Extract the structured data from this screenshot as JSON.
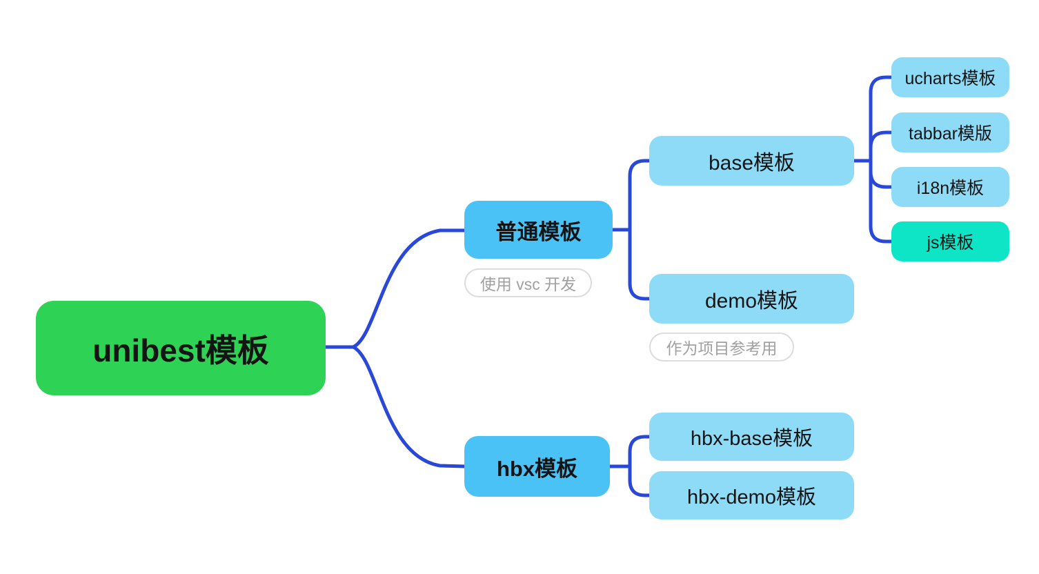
{
  "diagram": {
    "type": "mindmap",
    "background": "#ffffff"
  },
  "colors": {
    "root_green": "#2ed356",
    "branch_blue": "#4ac2f5",
    "child_light_blue": "#8edbf7",
    "highlight_teal": "#0ee5c6",
    "connector_blue": "#2948d8",
    "note_text_gray": "#a0a0a0",
    "note_border_gray": "#dcdcdc",
    "text_black": "#141414"
  },
  "mindmap": {
    "root": {
      "label": "unibest模板"
    },
    "branches": [
      {
        "label": "普通模板",
        "note": "使用 vsc 开发",
        "children": [
          {
            "label": "base模板",
            "children": [
              {
                "label": "ucharts模板"
              },
              {
                "label": "tabbar模版"
              },
              {
                "label": "i18n模板"
              },
              {
                "label": "js模板",
                "highlight": true,
                "highlight_color": "#0ee5c6"
              }
            ]
          },
          {
            "label": "demo模板",
            "note": "作为项目参考用",
            "children": []
          }
        ]
      },
      {
        "label": "hbx模板",
        "note": "",
        "children": [
          {
            "label": "hbx-base模板",
            "children": []
          },
          {
            "label": "hbx-demo模板",
            "children": []
          }
        ]
      }
    ]
  }
}
